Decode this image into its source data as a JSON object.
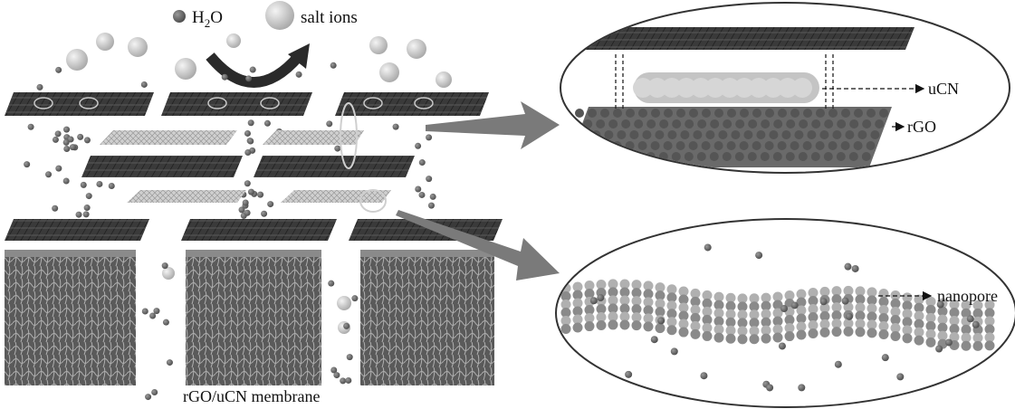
{
  "legend": {
    "water_label_main": "H",
    "water_label_sub": "2",
    "water_label_end": "O",
    "salt_label": "salt ions"
  },
  "labels": {
    "membrane": "rGO/uCN membrane",
    "ucn": "uCN",
    "rgo": "rGO",
    "nanopore": "nanopore"
  },
  "colors": {
    "rgo_sheet": "#3a3a3a",
    "ucn_sheet": "#bdbdbd",
    "water": "#6e6e6e",
    "salt": "#d8d8d8",
    "arrow": "#7a7a7a",
    "substrate": "#6a6a6a"
  }
}
